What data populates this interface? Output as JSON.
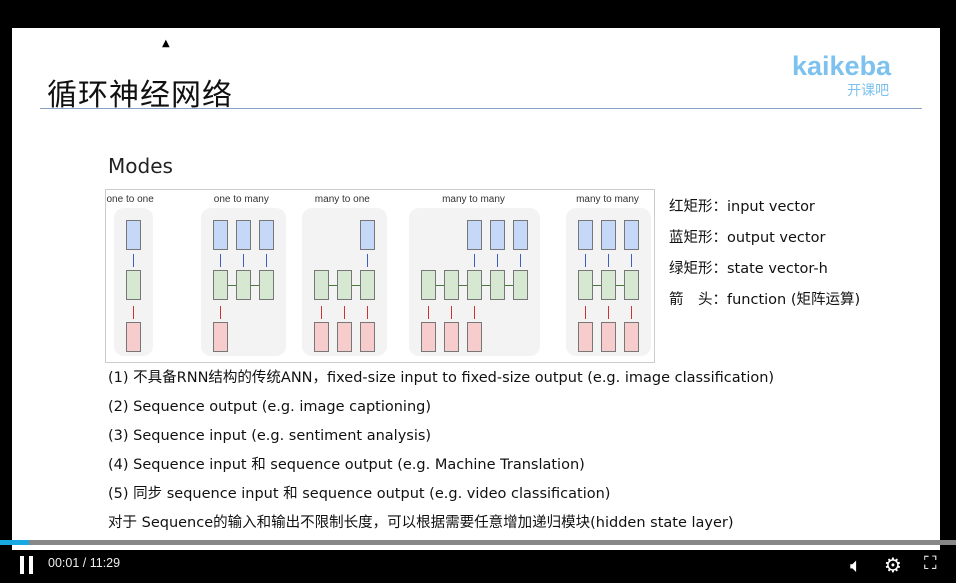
{
  "slide": {
    "title": "循环神经网络",
    "logo": {
      "brand": "kaikeba",
      "sub": "开课吧"
    },
    "section": "Modes",
    "diagram": {
      "groups": [
        {
          "label": "one to one",
          "cells": [
            {
              "in": true,
              "out": true
            }
          ]
        },
        {
          "label": "one to many",
          "cells": [
            {
              "in": true,
              "out": true
            },
            {
              "in": false,
              "out": true
            },
            {
              "in": false,
              "out": true
            }
          ]
        },
        {
          "label": "many to one",
          "cells": [
            {
              "in": true,
              "out": false
            },
            {
              "in": true,
              "out": false
            },
            {
              "in": true,
              "out": true
            }
          ]
        },
        {
          "label": "many to many",
          "cells": [
            {
              "in": true,
              "out": false
            },
            {
              "in": true,
              "out": false
            },
            {
              "in": true,
              "out": true
            },
            {
              "in": false,
              "out": true
            },
            {
              "in": false,
              "out": true
            }
          ]
        },
        {
          "label": "many to many",
          "cells": [
            {
              "in": true,
              "out": true
            },
            {
              "in": true,
              "out": true
            },
            {
              "in": true,
              "out": true
            }
          ]
        }
      ]
    },
    "legend": [
      "红矩形：input vector",
      "蓝矩形：output vector",
      "绿矩形：state vector-h",
      "箭　头：function (矩阵运算)"
    ],
    "items": [
      "(1)  不具备RNN结构的传统ANN，fixed-size input to fixed-size output (e.g. image classification)",
      "(2)  Sequence output (e.g. image captioning)",
      "(3)  Sequence input (e.g. sentiment analysis)",
      "(4)  Sequence input 和 sequence output (e.g. Machine Translation)",
      "(5)  同步 sequence input 和 sequence output  (e.g. video classification)",
      "对于 Sequence的输入和输出不限制长度，可以根据需要任意增加递归模块(hidden state layer)"
    ]
  },
  "player": {
    "current": "00:01",
    "separator": "/",
    "duration": "11:29",
    "progress_fraction": 0.0015
  },
  "colors": {
    "accent": "#17a9e1",
    "input": "#f7cccc",
    "output": "#c6d8f7",
    "state": "#d6e8d2"
  }
}
